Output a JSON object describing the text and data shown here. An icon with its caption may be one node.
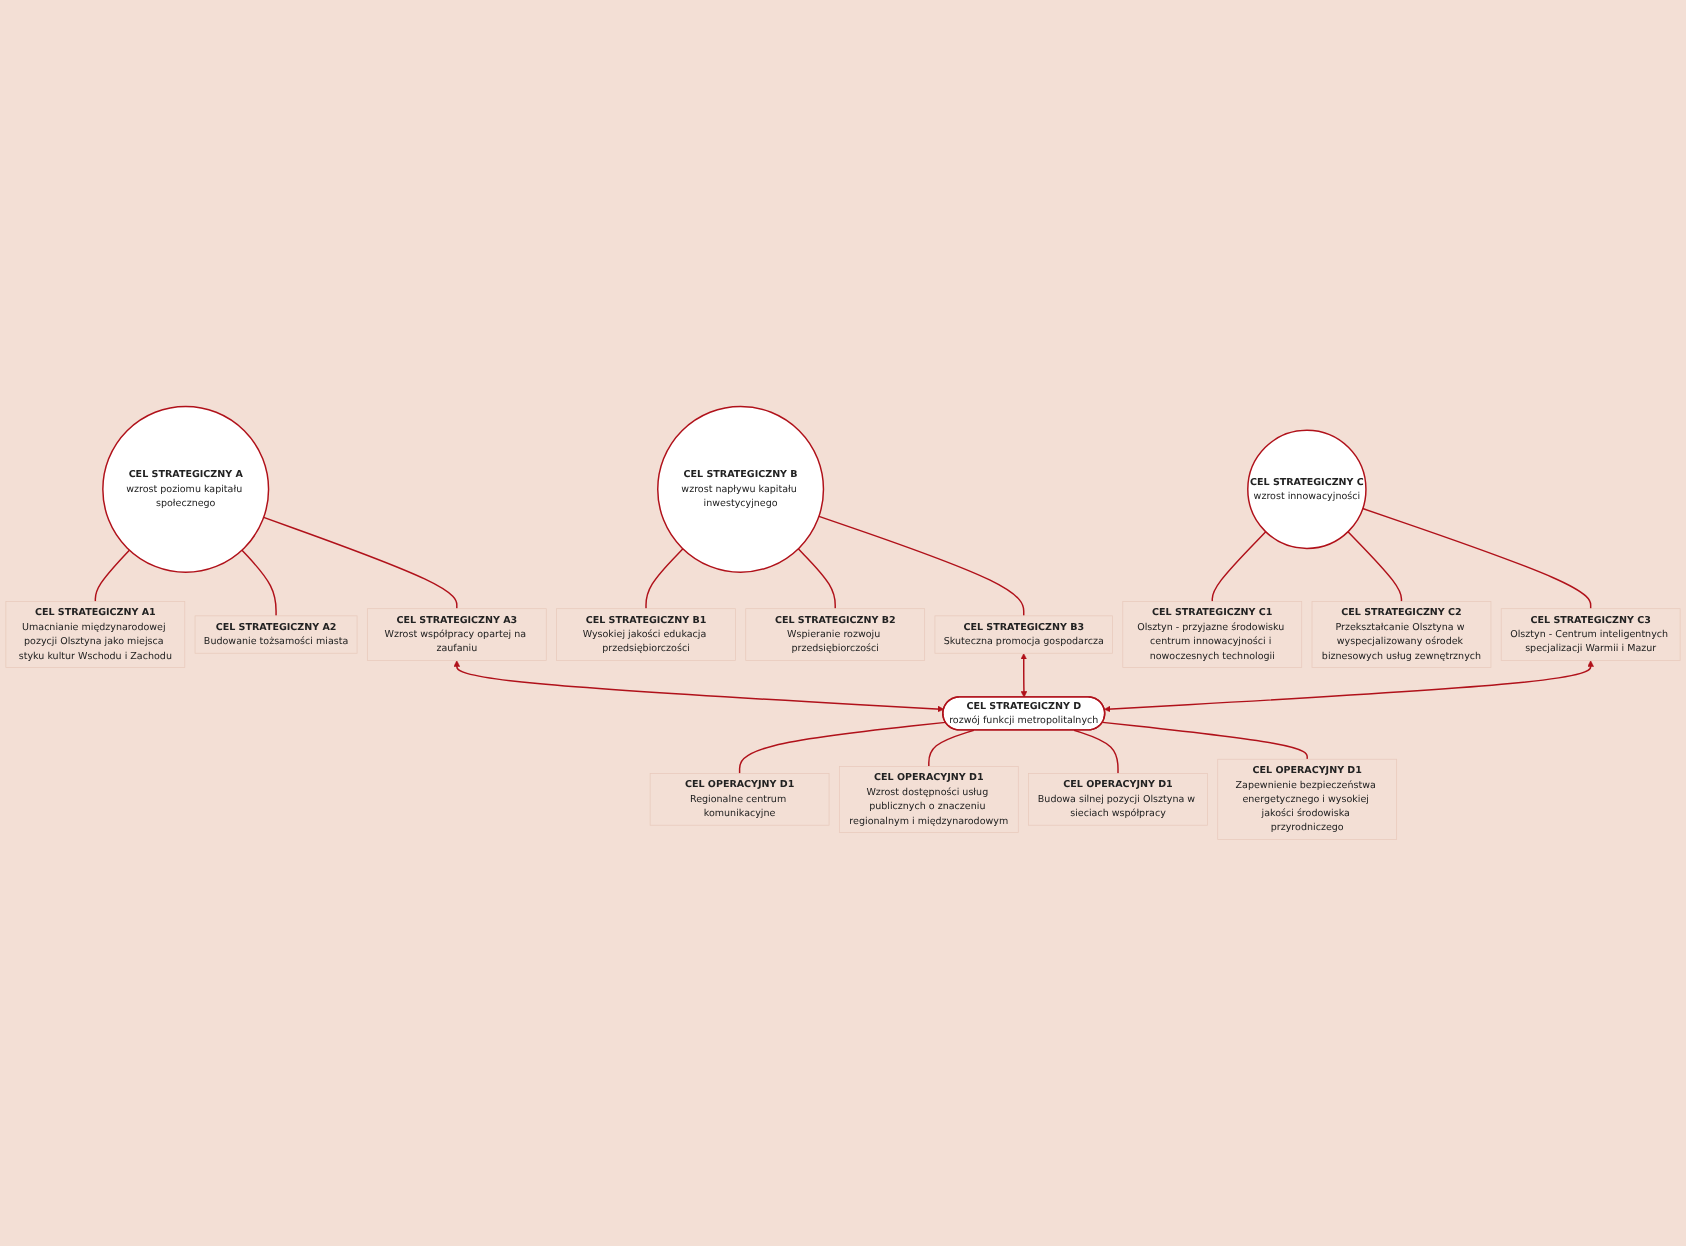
{
  "diagram": {
    "nodes": [
      {
        "text": [
          "CEL STRATEGICZNY A",
          "wzrost poziomu kapitału społecznego"
        ]
      },
      {
        "text": [
          "CEL STRATEGICZNY B",
          "wzrost napływu kapitału inwestycyjnego"
        ]
      },
      {
        "text": [
          "CEL STRATEGICZNY C",
          "wzrost innowacyjności"
        ]
      },
      {
        "text": [
          "CEL STRATEGICZNY A1",
          "Umacnianie międzynarodowej pozycji Olsztyna jako miejsca styku kultur Wschodu i Zachodu"
        ]
      },
      {
        "text": [
          "CEL STRATEGICZNY A2",
          "Budowanie tożsamości miasta"
        ]
      },
      {
        "text": [
          "CEL STRATEGICZNY A3",
          "Wzrost współpracy opartej na zaufaniu"
        ]
      },
      {
        "text": [
          "CEL STRATEGICZNY B1",
          "Wysokiej jakości edukacja przedsiębiorczości"
        ]
      },
      {
        "text": [
          "CEL STRATEGICZNY B2",
          "Wspieranie rozwoju przedsiębiorczości"
        ]
      },
      {
        "text": [
          "CEL STRATEGICZNY B3",
          "Skuteczna promocja gospodarcza"
        ]
      },
      {
        "text": [
          "CEL STRATEGICZNY C1",
          "Olsztyn - przyjazne środowisku centrum innowacyjności i nowoczesnych technologii"
        ]
      },
      {
        "text": [
          "CEL STRATEGICZNY C2",
          "Przekształcanie Olsztyna w wyspecjalizowany ośrodek biznesowych usług zewnętrznych"
        ]
      },
      {
        "text": [
          "CEL STRATEGICZNY C3",
          "Olsztyn - Centrum inteligentnych specjalizacji Warmii i Mazur"
        ]
      },
      {
        "text": [
          "CEL STRATEGICZNY D",
          "rozwój funkcji metropolitalnych"
        ]
      },
      {
        "text": [
          "CEL OPERACYJNY D1",
          "Regionalne centrum komunikacyjne"
        ]
      },
      {
        "text": [
          "CEL OPERACYJNY D1",
          "Wzrost dostępności usług publicznych o znaczeniu regionalnym i międzynarodowym"
        ]
      },
      {
        "text": [
          "CEL OPERACYJNY D1",
          "Budowa silnej pozycji Olsztyna w sieciach współpracy"
        ]
      },
      {
        "text": [
          "CEL OPERACYJNY D1",
          "Zapewnienie bezpieczeństwa energetycznego i wysokiej jakości środowiska przyrodniczego"
        ]
      }
    ],
    "edges": [
      {
        "from": 0,
        "to": 3,
        "arrow": "none"
      },
      {
        "from": 0,
        "to": 4,
        "arrow": "none"
      },
      {
        "from": 0,
        "to": 5,
        "arrow": "none"
      },
      {
        "from": 1,
        "to": 6,
        "arrow": "none"
      },
      {
        "from": 1,
        "to": 7,
        "arrow": "none"
      },
      {
        "from": 1,
        "to": 8,
        "arrow": "none"
      },
      {
        "from": 2,
        "to": 9,
        "arrow": "none"
      },
      {
        "from": 2,
        "to": 10,
        "arrow": "none"
      },
      {
        "from": 2,
        "to": 11,
        "arrow": "none"
      },
      {
        "from": 5,
        "to": 12,
        "arrow": "both"
      },
      {
        "from": 8,
        "to": 12,
        "arrow": "both"
      },
      {
        "from": 11,
        "to": 12,
        "arrow": "both"
      },
      {
        "from": 12,
        "to": 13,
        "arrow": "none"
      },
      {
        "from": 12,
        "to": 14,
        "arrow": "none"
      },
      {
        "from": 12,
        "to": 15,
        "arrow": "none"
      },
      {
        "from": 12,
        "to": 16,
        "arrow": "none"
      }
    ]
  }
}
